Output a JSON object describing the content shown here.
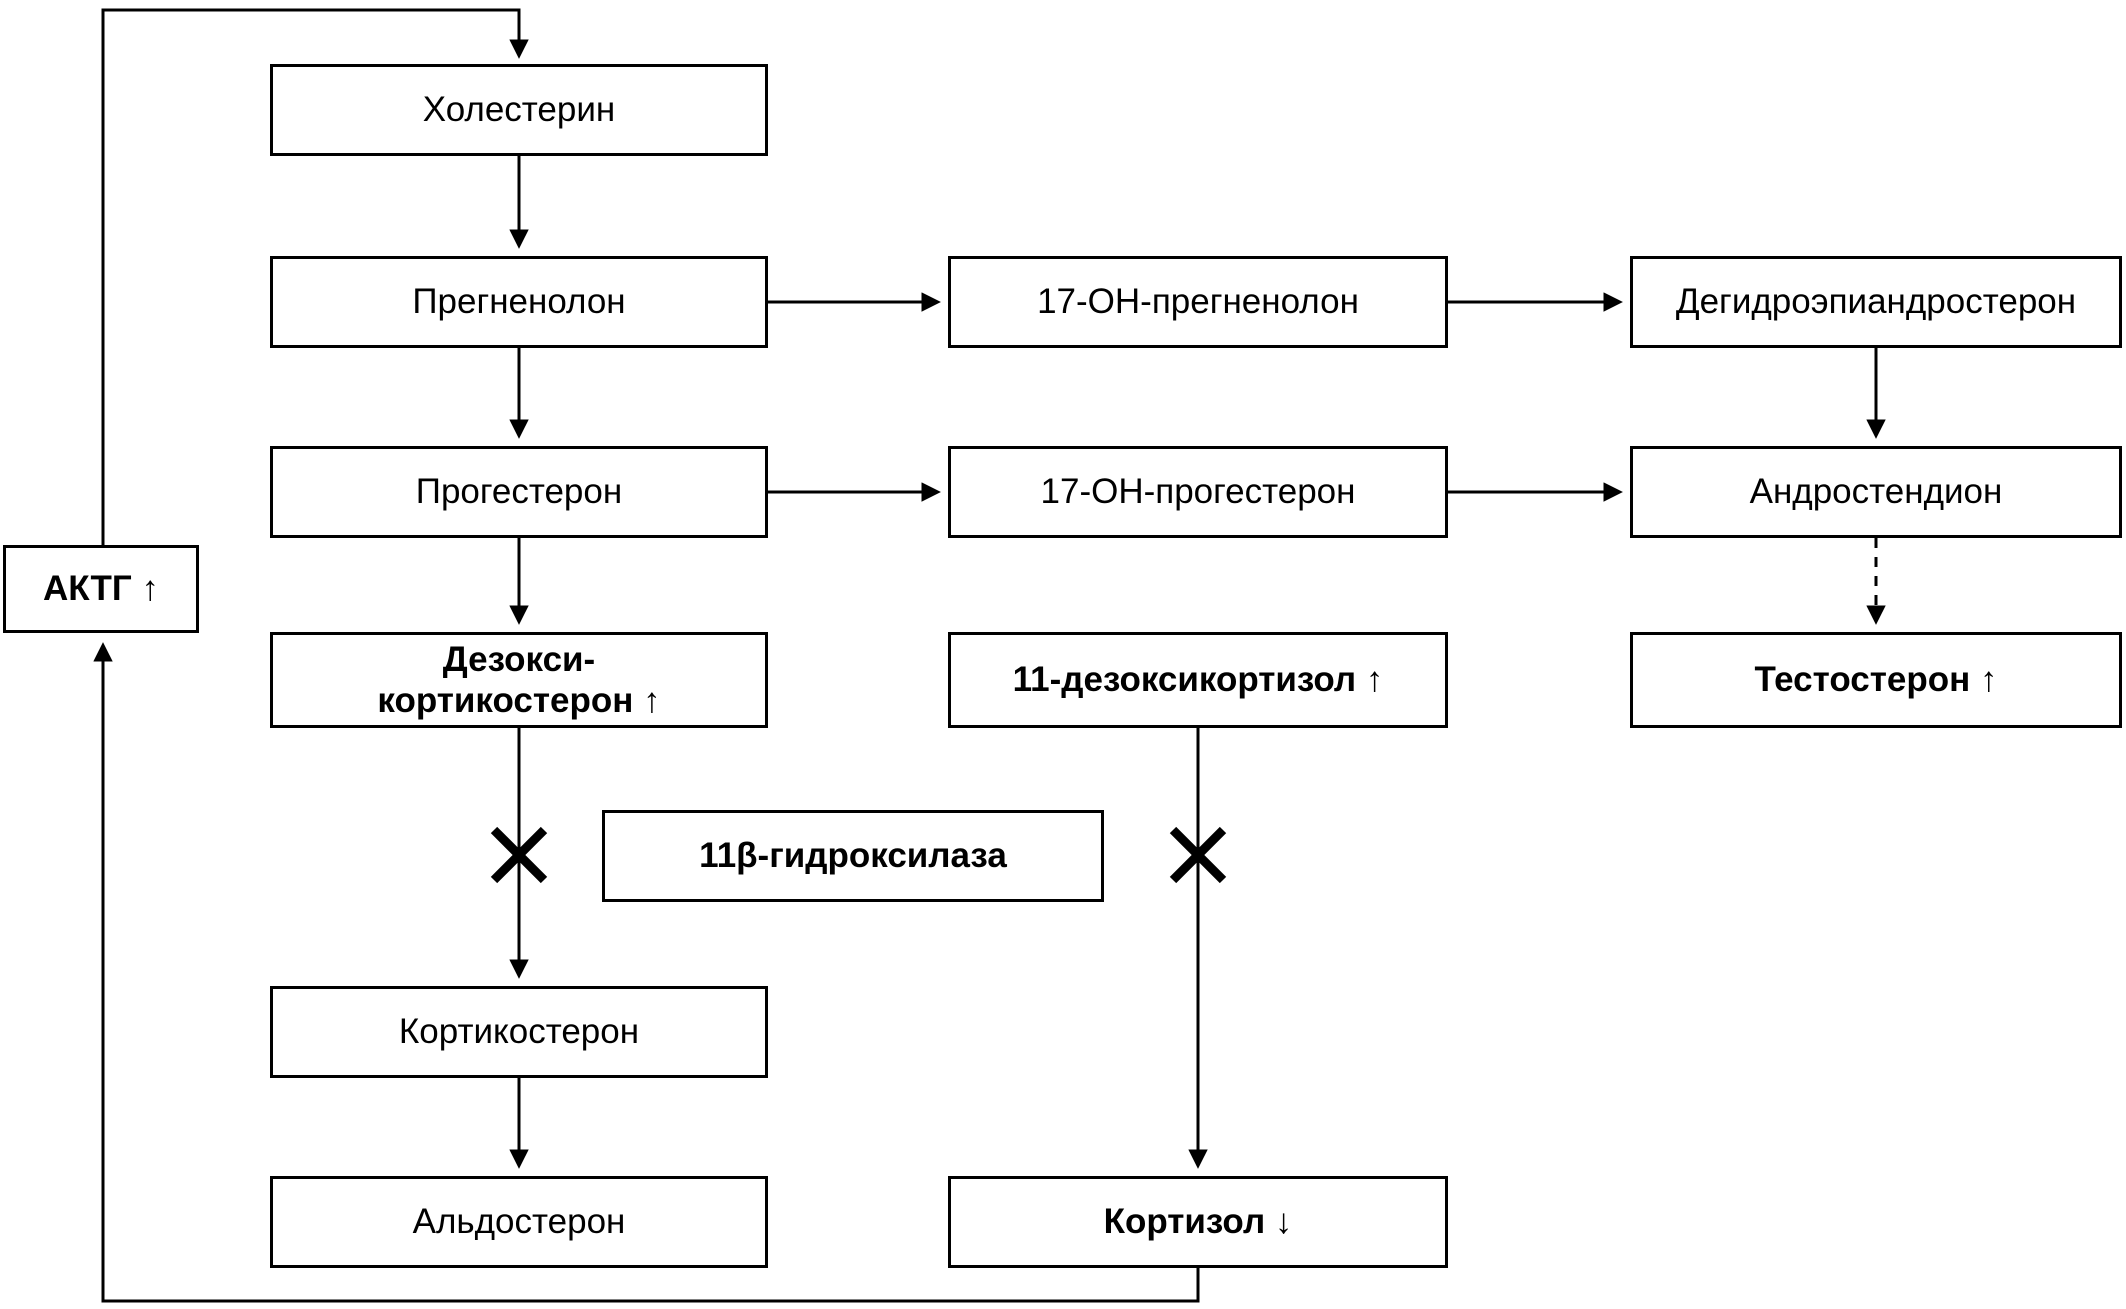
{
  "nodes": {
    "cholesterol": "Холестерин",
    "pregnenolone": "Прегненолон",
    "oh_pregnenolone": "17-OH-прегненолон",
    "dhea": "Дегидроэпиандростерон",
    "progesterone": "Прогестерон",
    "oh_progesterone": "17-OH-прогестерон",
    "androstenedione": "Андростендион",
    "acth": "АКТГ ↑",
    "deoxycorticosterone": "Дезокси-\nкортикостерон ↑",
    "deoxycortisol": "11-дезоксикортизол ↑",
    "testosterone": "Тестостерон ↑",
    "enzyme": "11β-гидроксилаза",
    "corticosterone": "Кортикостерон",
    "aldosterone": "Альдостерон",
    "cortisol": "Кортизол ↓"
  },
  "icons": {
    "enzyme_block_left": "✖",
    "enzyme_block_right": "✖"
  },
  "edges": [
    {
      "from": "acth",
      "to": "cholesterol",
      "style": "feedback-solid"
    },
    {
      "from": "cholesterol",
      "to": "pregnenolone",
      "style": "solid"
    },
    {
      "from": "pregnenolone",
      "to": "oh_pregnenolone",
      "style": "solid"
    },
    {
      "from": "oh_pregnenolone",
      "to": "dhea",
      "style": "solid"
    },
    {
      "from": "pregnenolone",
      "to": "progesterone",
      "style": "solid"
    },
    {
      "from": "progesterone",
      "to": "oh_progesterone",
      "style": "solid"
    },
    {
      "from": "oh_progesterone",
      "to": "androstenedione",
      "style": "solid"
    },
    {
      "from": "dhea",
      "to": "androstenedione",
      "style": "solid"
    },
    {
      "from": "androstendione",
      "to": "testosterone",
      "style": "dashed"
    },
    {
      "from": "progesterone",
      "to": "deoxycorticosterone",
      "style": "solid"
    },
    {
      "from": "deoxycorticosterone",
      "to": "corticosterone",
      "style": "blocked"
    },
    {
      "from": "corticosterone",
      "to": "aldosterone",
      "style": "solid"
    },
    {
      "from": "deoxycortisol",
      "to": "cortisol",
      "style": "blocked"
    },
    {
      "from": "cortisol",
      "to": "acth",
      "style": "feedback-solid"
    }
  ],
  "colors": {
    "line": "#000000",
    "background": "#ffffff",
    "text": "#000000"
  }
}
